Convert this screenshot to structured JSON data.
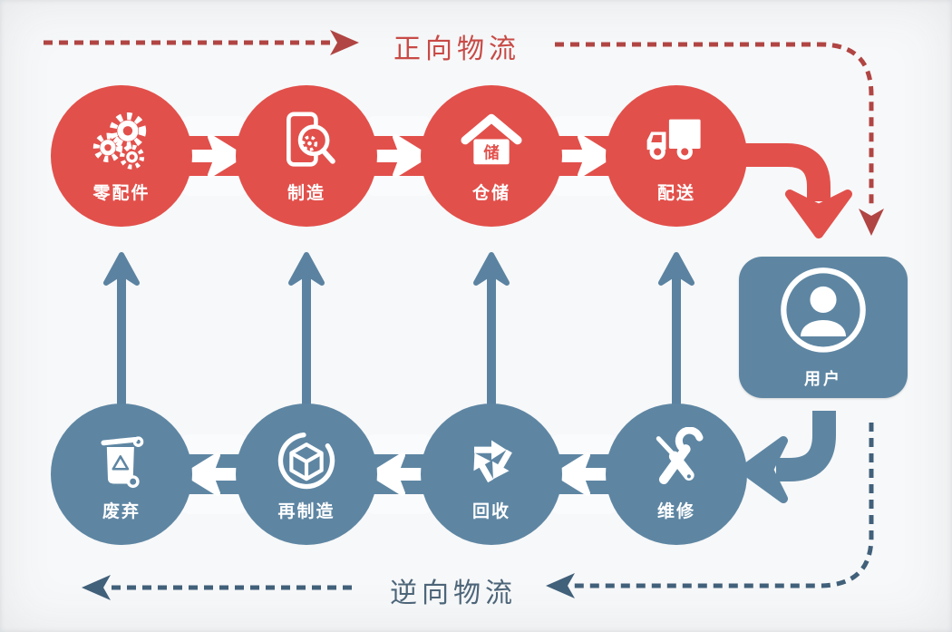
{
  "titles": {
    "forward": "正向物流",
    "reverse": "逆向物流"
  },
  "colors": {
    "node_red": "#e2504b",
    "dash_red": "#b04543",
    "node_blue": "#5e86a3",
    "dash_blue": "#41607a",
    "background": "#f7f8f9",
    "label_text": "#ffffff"
  },
  "forward_flow": {
    "title": "正向物流",
    "nodes": [
      {
        "label": "零配件",
        "icon": "gears-icon"
      },
      {
        "label": "制造",
        "icon": "manufacture-inspect-icon"
      },
      {
        "label": "仓储",
        "icon": "warehouse-house-icon",
        "icon_char": "储"
      },
      {
        "label": "配送",
        "icon": "delivery-truck-icon"
      }
    ]
  },
  "user": {
    "label": "用户",
    "icon": "user-icon"
  },
  "reverse_flow": {
    "title": "逆向物流",
    "nodes": [
      {
        "label": "维修",
        "icon": "repair-tools-icon"
      },
      {
        "label": "回收",
        "icon": "recycle-icon"
      },
      {
        "label": "再制造",
        "icon": "remanufacture-cube-icon"
      },
      {
        "label": "废弃",
        "icon": "trash-bin-icon"
      }
    ]
  }
}
